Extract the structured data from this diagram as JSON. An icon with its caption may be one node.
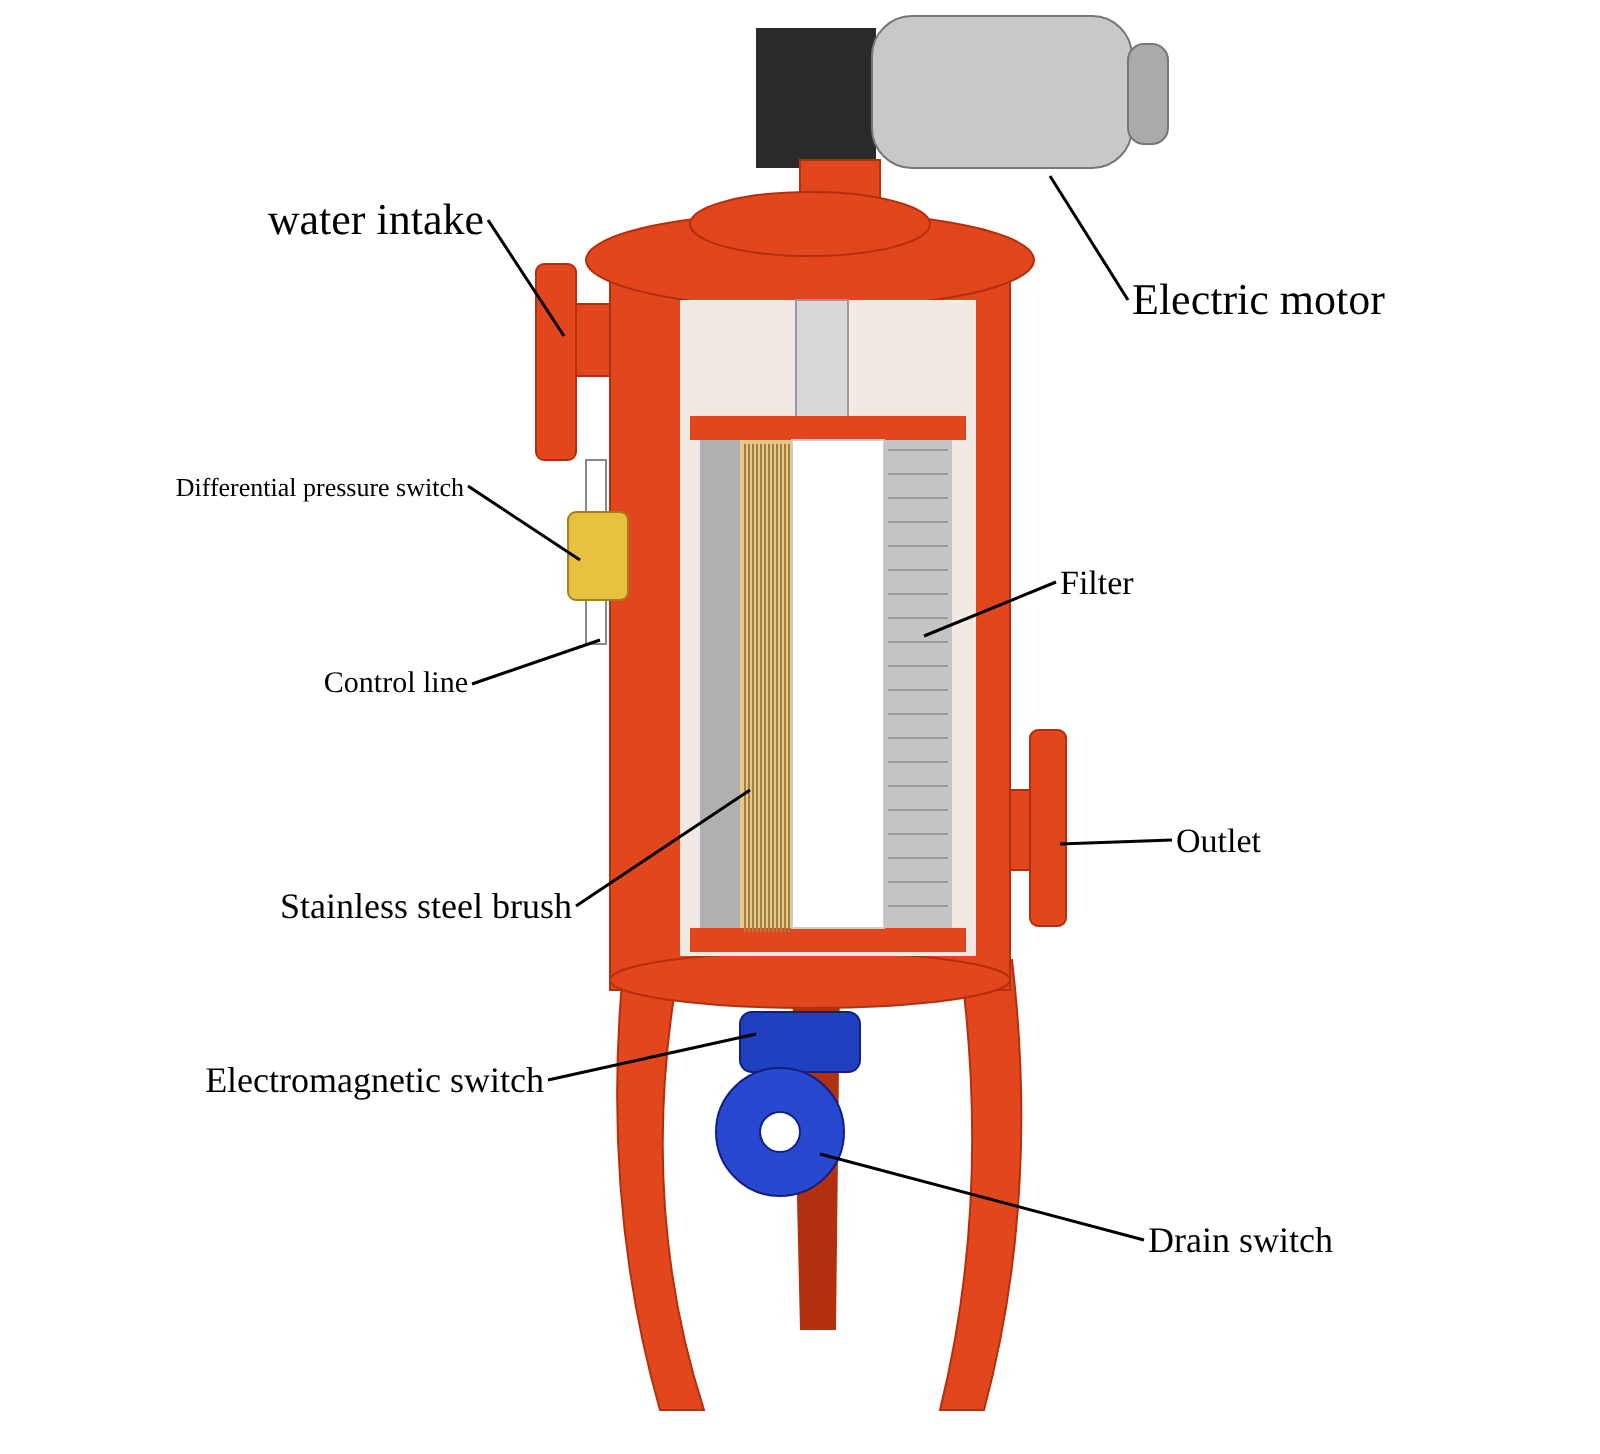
{
  "diagram": {
    "nodes": [
      {
        "text": [
          "water intake"
        ]
      },
      {
        "text": [
          "Electric motor"
        ]
      },
      {
        "text": [
          "Differential pressure switch"
        ]
      },
      {
        "text": [
          "Filter"
        ]
      },
      {
        "text": [
          "Control line"
        ]
      },
      {
        "text": [
          "Outlet"
        ]
      },
      {
        "text": [
          "Stainless steel brush"
        ]
      },
      {
        "text": [
          "Electromagnetic switch"
        ]
      },
      {
        "text": [
          "Drain switch"
        ]
      }
    ],
    "edges": [
      {
        "from": 0,
        "to": null,
        "arrow": "none"
      },
      {
        "from": 1,
        "to": null,
        "arrow": "none"
      },
      {
        "from": 2,
        "to": null,
        "arrow": "none"
      },
      {
        "from": 3,
        "to": null,
        "arrow": "none"
      },
      {
        "from": 4,
        "to": null,
        "arrow": "none"
      },
      {
        "from": 5,
        "to": null,
        "arrow": "none"
      },
      {
        "from": 6,
        "to": null,
        "arrow": "none"
      },
      {
        "from": 7,
        "to": null,
        "arrow": "none"
      },
      {
        "from": 8,
        "to": null,
        "arrow": "none"
      }
    ]
  }
}
